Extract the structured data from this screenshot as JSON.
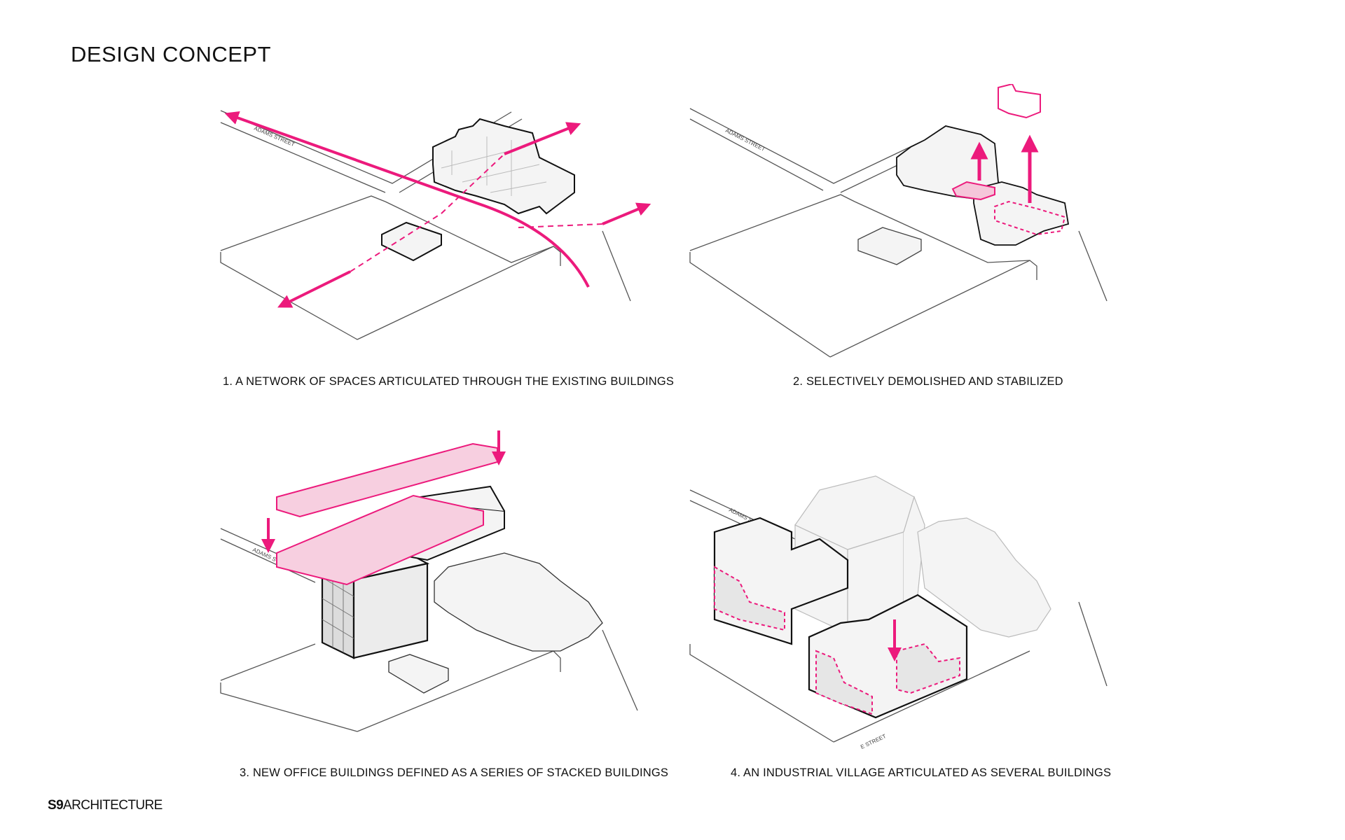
{
  "page": {
    "title": "DESIGN CONCEPT"
  },
  "panels": [
    {
      "caption": "1. A NETWORK OF SPACES ARTICULATED THROUGH THE EXISTING BUILDINGS",
      "street_labels": [
        "ADAMS STREET"
      ]
    },
    {
      "caption": "2. SELECTIVELY DEMOLISHED AND STABILIZED",
      "street_labels": [
        "ADAMS STREET"
      ]
    },
    {
      "caption": "3. NEW OFFICE BUILDINGS DEFINED AS A SERIES OF STACKED BUILDINGS",
      "street_labels": [
        "ADAMS STREET"
      ]
    },
    {
      "caption": "4. AN INDUSTRIAL VILLAGE ARTICULATED AS SEVERAL BUILDINGS",
      "street_labels": [
        "ADAMS STREET",
        "E STREET"
      ]
    }
  ],
  "colors": {
    "accent_magenta": "#ec1a7c",
    "line_gray": "#555555",
    "building_fill": "#f4f4f4"
  },
  "footer": {
    "logo_bold": "S9",
    "logo_text": "ARCHITECTURE"
  }
}
